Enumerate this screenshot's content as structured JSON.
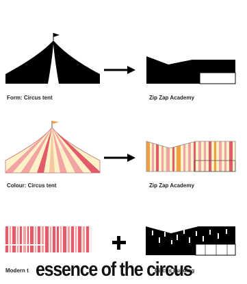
{
  "rows": [
    {
      "left_label": "Form: Circus tent",
      "right_label": "Zip Zap Academy",
      "connector": "arrow-icon"
    },
    {
      "left_label": "Colour: Circus tent",
      "right_label": "Zip Zap Academy",
      "connector": "arrow-icon"
    },
    {
      "left_label": "Modern t",
      "right_label": "Circus building",
      "connector": "plus-icon"
    }
  ],
  "caption": "essence of the circus",
  "colors": {
    "tent_black": "#000000",
    "stripe_pink": "#f2a3a3",
    "stripe_cream": "#fdf1c8",
    "stripe_red": "#e15b6a",
    "stripe_orange": "#f0a040",
    "flag_orange": "#f4a24a"
  }
}
